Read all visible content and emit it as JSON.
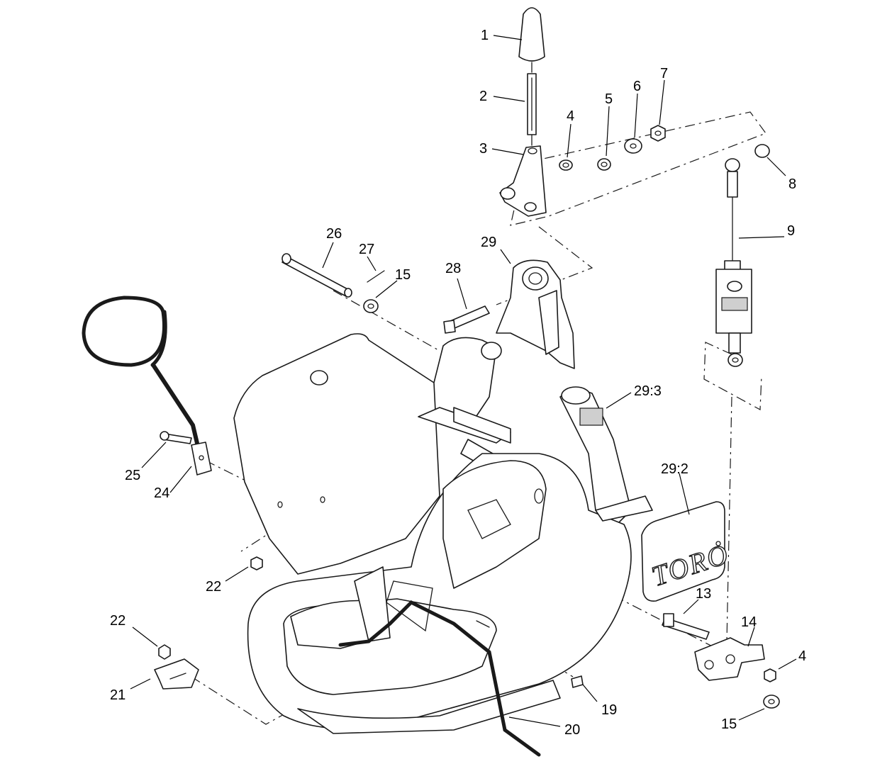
{
  "brand_plate_text": "TORO",
  "callouts": {
    "c1": "1",
    "c2": "2",
    "c3": "3",
    "c4a": "4",
    "c5": "5",
    "c6": "6",
    "c7": "7",
    "c8": "8",
    "c9": "9",
    "c26": "26",
    "c27": "27",
    "c15a": "15",
    "c29": "29",
    "c28": "28",
    "c293": "29:3",
    "c292": "29:2",
    "c25": "25",
    "c24": "24",
    "c22a": "22",
    "c22b": "22",
    "c21": "21",
    "c13": "13",
    "c14": "14",
    "c4b": "4",
    "c15b": "15",
    "c19": "19",
    "c20": "20"
  }
}
